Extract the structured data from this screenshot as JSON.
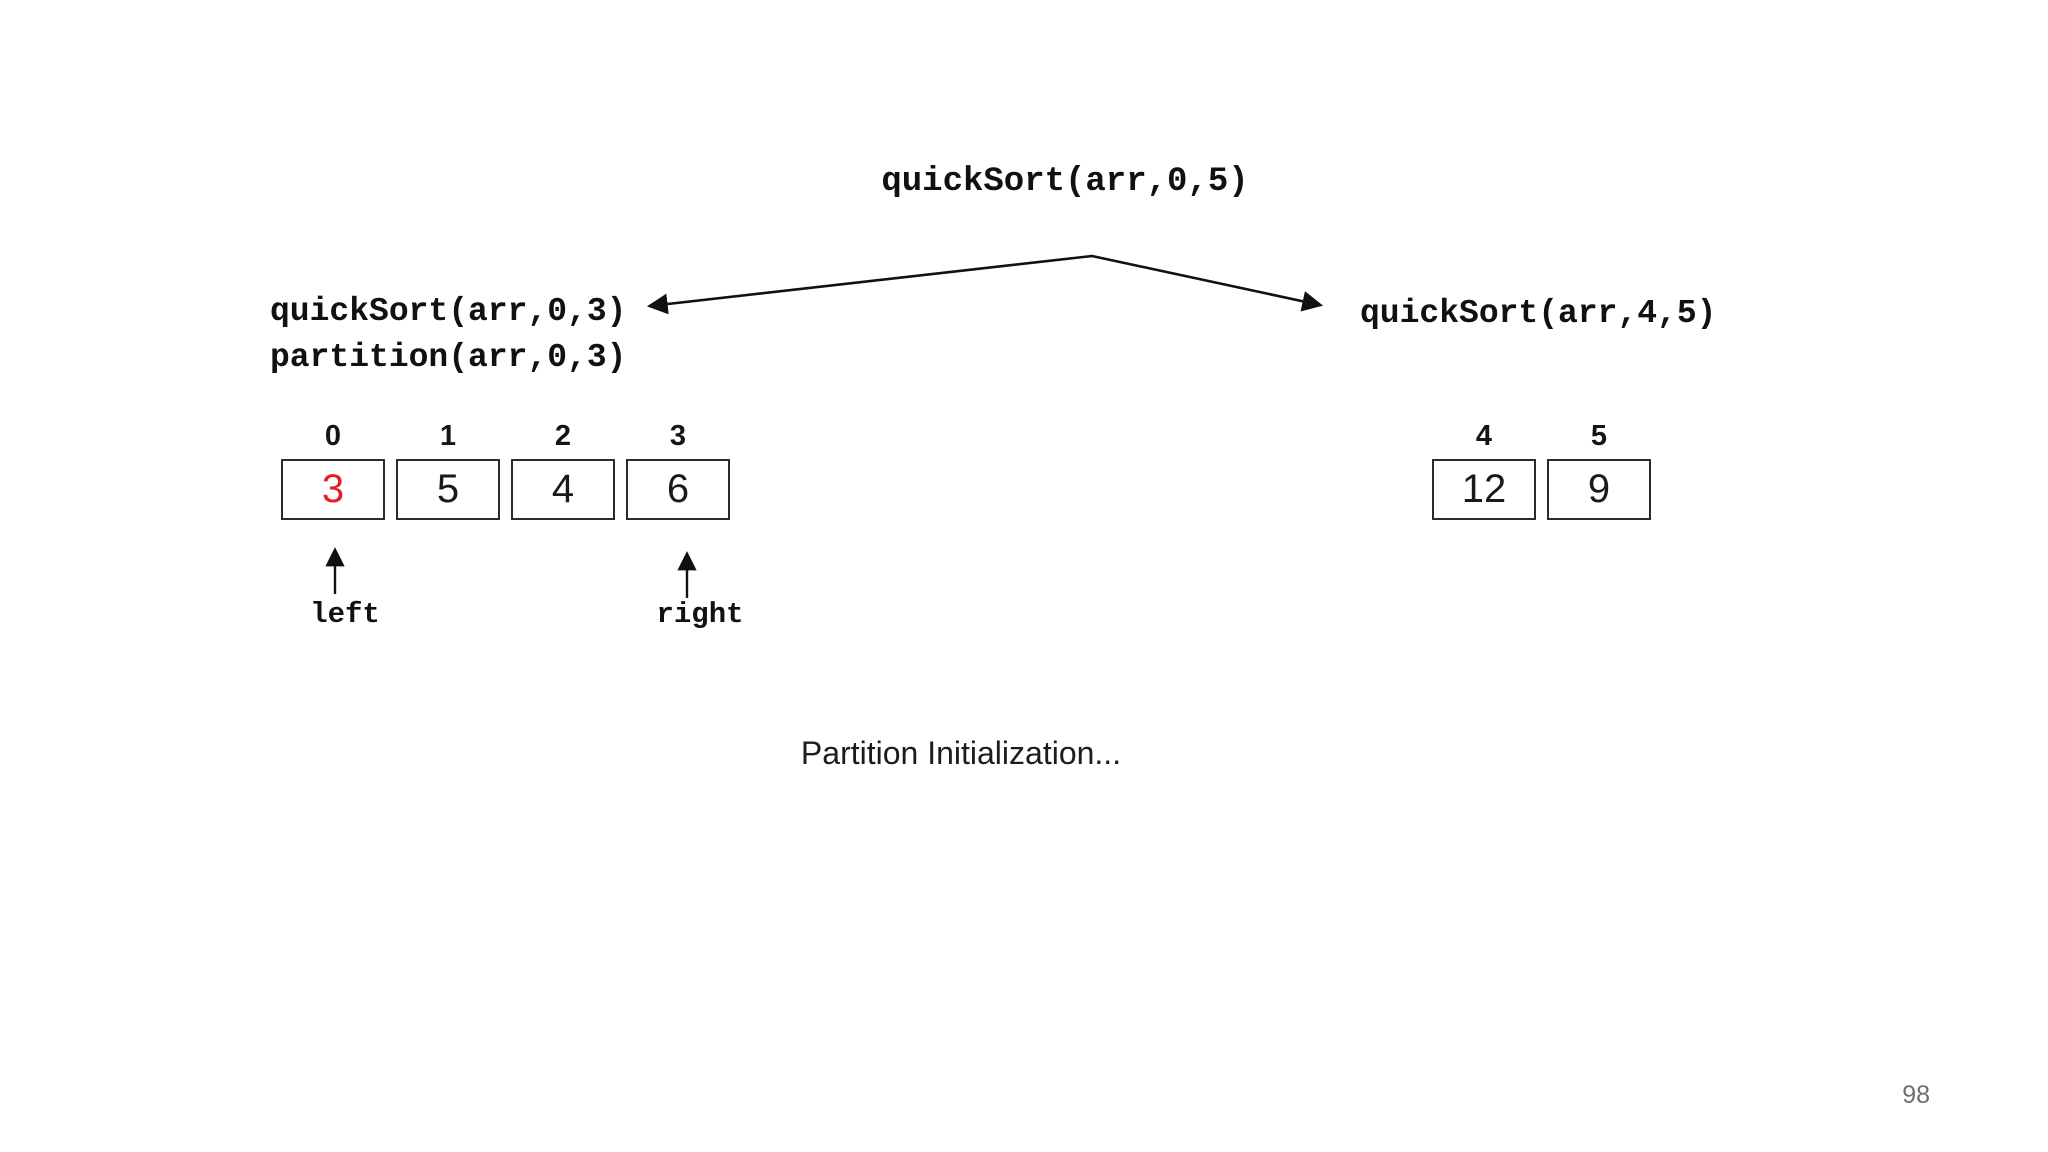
{
  "title": "quickSort(arr,0,5)",
  "branches": {
    "left": {
      "call": "quickSort(arr,0,3)",
      "partition": "partition(arr,0,3)"
    },
    "right": {
      "call": "quickSort(arr,4,5)"
    }
  },
  "arrays": {
    "left": {
      "cells": [
        {
          "index": "0",
          "value": "3",
          "highlight": true
        },
        {
          "index": "1",
          "value": "5",
          "highlight": false
        },
        {
          "index": "2",
          "value": "4",
          "highlight": false
        },
        {
          "index": "3",
          "value": "6",
          "highlight": false
        }
      ]
    },
    "right": {
      "cells": [
        {
          "index": "4",
          "value": "12",
          "highlight": false
        },
        {
          "index": "5",
          "value": "9",
          "highlight": false
        }
      ]
    }
  },
  "pointers": {
    "left_label": "left",
    "right_label": "right"
  },
  "caption": "Partition Initialization...",
  "page_number": "98",
  "colors": {
    "pivot_red": "#e41e25",
    "text_black": "#111111",
    "page_gray": "#6e6e73",
    "background": "#ffffff"
  }
}
